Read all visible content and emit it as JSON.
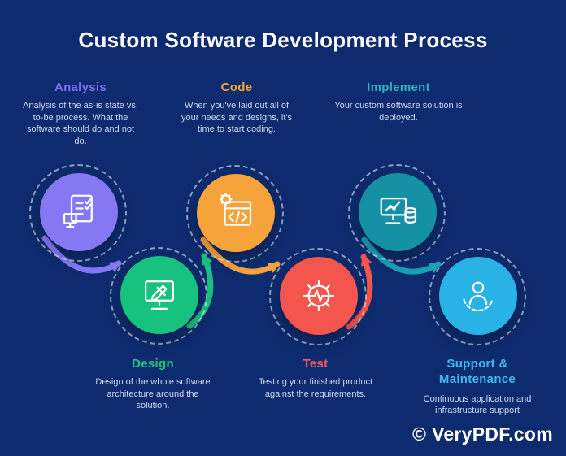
{
  "title": "Custom Software Development Process",
  "watermark": "© VeryPDF.com",
  "background_color": "#0d2b6e",
  "steps": {
    "analysis": {
      "label": "Analysis",
      "color": "#7f6bf6",
      "description": "Analysis of the as-is state vs. to-be process. What the software should do and not do."
    },
    "design": {
      "label": "Design",
      "color": "#1fc87e",
      "description": "Design of the whole software architecture around the solution."
    },
    "code": {
      "label": "Code",
      "color": "#f5a333",
      "description": "When you've laid out all of your needs and designs, it's time to start coding."
    },
    "test": {
      "label": "Test",
      "color": "#fb5a50",
      "description": "Testing your finished product against the requirements."
    },
    "implement": {
      "label": "Implement",
      "color": "#2fb0c4",
      "description": "Your custom software solution is deployed."
    },
    "support": {
      "label": "Support & Maintenance",
      "color": "#41b9ec",
      "description": "Continuous application and infrastructure support"
    }
  },
  "circles": {
    "analysis": {
      "color": "#8677f3",
      "icon": "document-checklist-icon"
    },
    "design": {
      "color": "#17c27e",
      "icon": "design-tools-icon"
    },
    "code": {
      "color": "#f6a33c",
      "icon": "code-window-icon"
    },
    "test": {
      "color": "#f4554d",
      "icon": "gear-pulse-icon"
    },
    "implement": {
      "color": "#1590a5",
      "icon": "deploy-monitor-icon"
    },
    "support": {
      "color": "#29b2e6",
      "icon": "support-person-icon"
    }
  },
  "arrow_colors": {
    "analysis_to_design": "#8677f3",
    "design_to_code": "#17c27e",
    "code_to_test": "#f6a33c",
    "test_to_implement": "#f4554d",
    "implement_to_support": "#1b9fb4"
  }
}
